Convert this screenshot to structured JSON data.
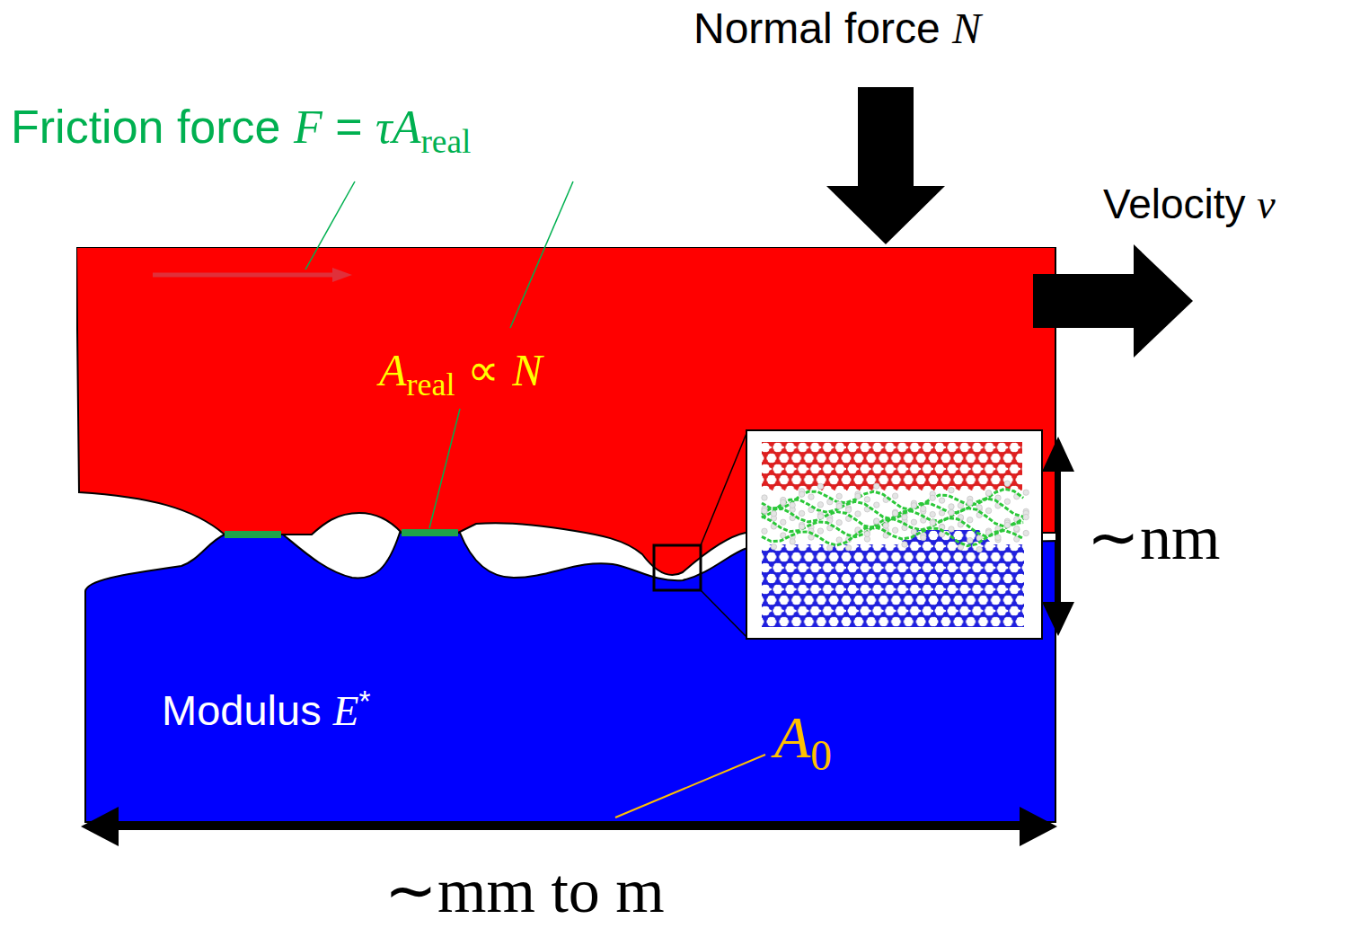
{
  "diagram": {
    "nodes": [
      {
        "text": [
          "Areal ∝ N"
        ]
      },
      {
        "text": [
          "Modulus E*",
          "A0"
        ]
      }
    ],
    "labels": [
      "Normal force N",
      "Friction force F = τAreal",
      "Velocity v",
      "∼nm",
      "∼mm to m"
    ]
  }
}
